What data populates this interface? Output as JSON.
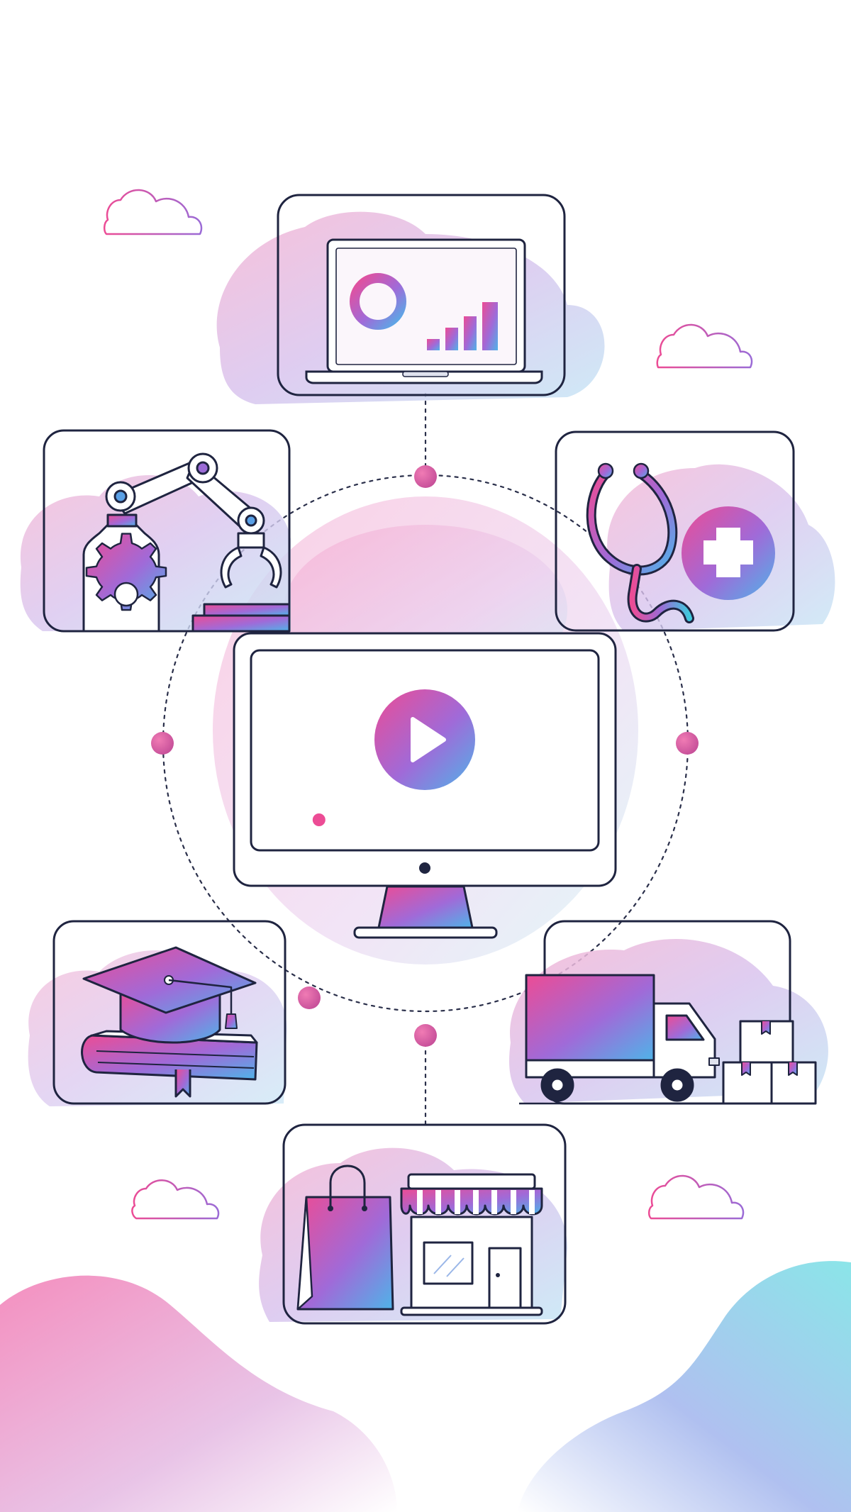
{
  "diagram": {
    "layout": "hub-and-spoke",
    "hub": {
      "name": "video-monitor",
      "icon": "video-play-monitor-icon"
    },
    "nodes": [
      {
        "name": "analytics",
        "icon": "analytics-laptop-icon"
      },
      {
        "name": "manufacturing",
        "icon": "robotic-arm-icon"
      },
      {
        "name": "healthcare",
        "icon": "stethoscope-medical-cross-icon"
      },
      {
        "name": "education",
        "icon": "graduation-cap-books-icon"
      },
      {
        "name": "logistics",
        "icon": "delivery-truck-boxes-icon"
      },
      {
        "name": "retail",
        "icon": "shopping-bag-storefront-icon"
      }
    ],
    "video": {
      "progress": 0.14
    },
    "colors": {
      "outline": "#1f2440",
      "pink": "#ec4c95",
      "purple": "#9b6bd6",
      "blue": "#5aa0e6",
      "teal": "#3fd6d9"
    }
  }
}
